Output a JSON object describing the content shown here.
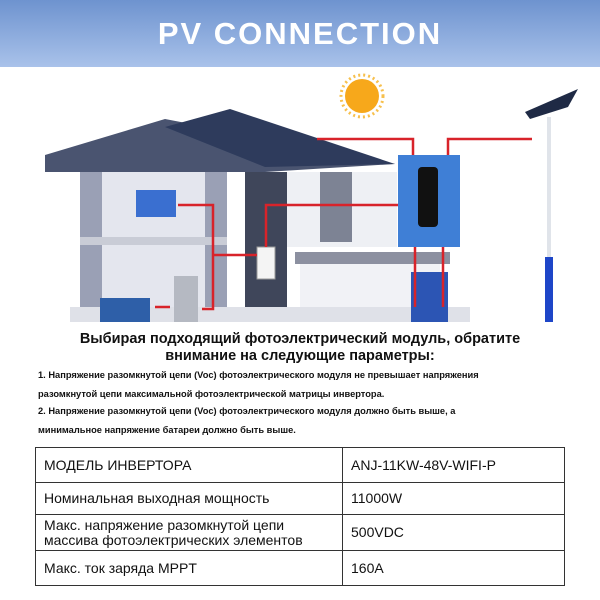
{
  "banner": {
    "title": "PV CONNECTION"
  },
  "heading": [
    "Выбирая подходящий фотоэлектрический модуль, обратите",
    "внимание на следующие параметры:"
  ],
  "notes": [
    "1. Напряжение разомкнутой цепи (Voc) фотоэлектрического модуля не превышает напряжения",
    "разомкнутой цепи максимальной фотоэлектрической матрицы инвертора.",
    "2. Напряжение разомкнутой цепи (Voc) фотоэлектрического модуля должно быть выше, а",
    "минимальное напряжение батареи должно быть выше."
  ],
  "table": [
    {
      "label": "МОДЕЛЬ ИНВЕРТОРА",
      "value": "ANJ-11KW-48V-WIFI-P"
    },
    {
      "label": "Номинальная выходная мощность",
      "value": "11000W"
    },
    {
      "label": "Макс. напряжение разомкнутой цепи массива фотоэлектрических элементов",
      "value": "500VDC"
    },
    {
      "label": "Макс. ток заряда MPPT",
      "value": "160A"
    }
  ],
  "colors": {
    "banner": "#7a9dd6",
    "wire": "#d8232a",
    "inverter": "#3f7fd6"
  }
}
